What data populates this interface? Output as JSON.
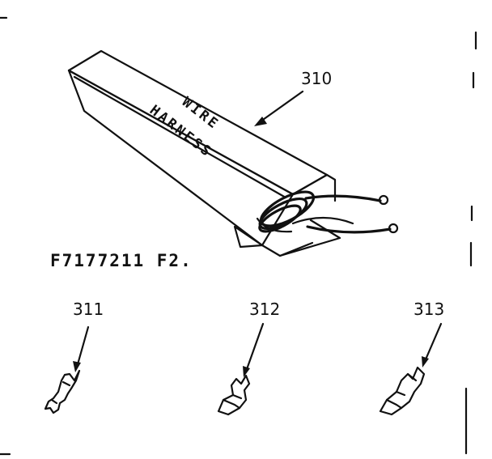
{
  "parts": {
    "harness_callout": "310",
    "box_text_line1": "WIRE",
    "box_text_line2": "HARNESS",
    "drawing_code": "F7177211 F2.",
    "terminal_1": "311",
    "terminal_2": "312",
    "terminal_3": "313"
  }
}
